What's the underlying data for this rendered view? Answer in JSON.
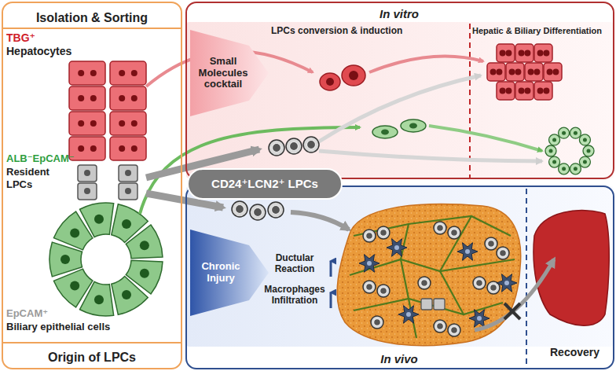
{
  "diagram": {
    "nodes": [
      {
        "text": [
          "Isolation & Sorting",
          "Origin of LPCs"
        ]
      },
      {
        "text": [
          "In vitro"
        ]
      },
      {
        "text": [
          "Small Molecules cocktail"
        ],
        "in": 1
      },
      {
        "text": [
          "In vivo"
        ]
      },
      {
        "text": [
          "Chronic Injury"
        ],
        "in": 3
      },
      {
        "text": [
          "CD24⁺LCN2⁺ LPCs"
        ]
      }
    ],
    "labels": [
      "TBG⁺",
      "Hepatocytes",
      "ALB⁻EpCAM⁻",
      "Resident",
      "LPCs",
      "EpCAM⁺",
      "Biliary epithelial cells",
      "LPCs conversion & induction",
      "Hepatic & Biliary Differentiation",
      "Ductular Reaction",
      "Macrophages Infiltration",
      "Recovery"
    ]
  }
}
